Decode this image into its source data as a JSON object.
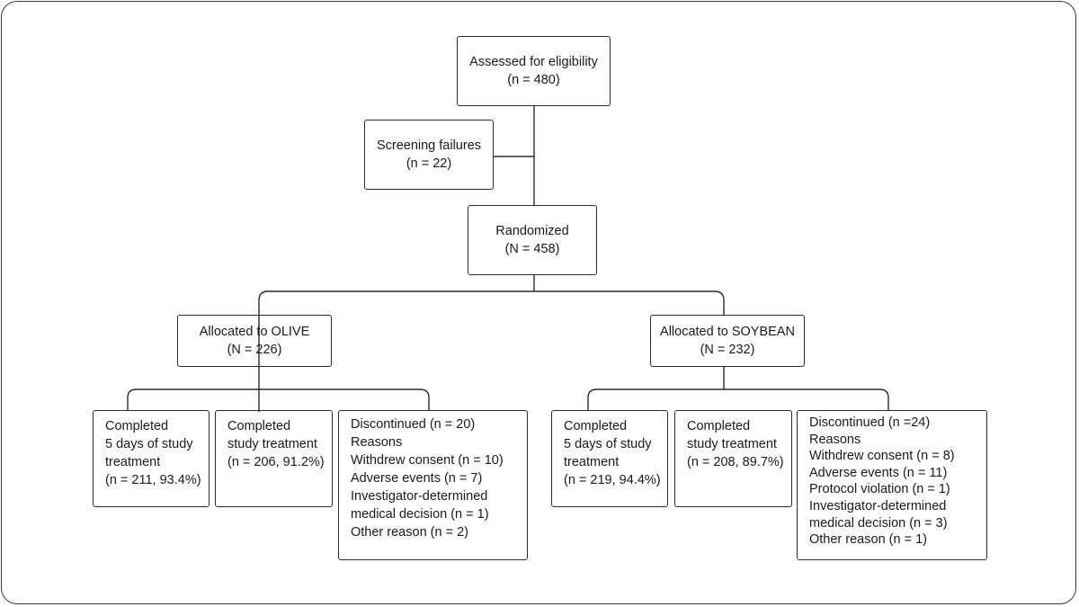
{
  "boxes": {
    "assessed": {
      "lines": [
        "Assessed for eligibility",
        "(n = 480)"
      ]
    },
    "screening": {
      "lines": [
        "Screening failures",
        "(n = 22)"
      ]
    },
    "randomized": {
      "lines": [
        "Randomized",
        "(N = 458)"
      ]
    },
    "olive": {
      "lines": [
        "Allocated to OLIVE",
        "(N = 226)"
      ]
    },
    "soybean": {
      "lines": [
        "Allocated to SOYBEAN",
        "(N = 232)"
      ]
    },
    "olive_completed_5days": {
      "lines": [
        "Completed",
        "5 days of study",
        "treatment",
        "(n = 211, 93.4%)"
      ]
    },
    "olive_completed_treatment": {
      "lines": [
        "Completed",
        "study treatment",
        "(n = 206, 91.2%)"
      ]
    },
    "olive_discontinued": {
      "lines": [
        "Discontinued (n = 20)",
        "Reasons",
        "Withdrew consent (n = 10)",
        "Adverse events (n = 7)",
        "Investigator-determined",
        "medical decision (n = 1)",
        "Other reason (n = 2)"
      ]
    },
    "soy_completed_5days": {
      "lines": [
        "Completed",
        "5 days of study",
        "treatment",
        "(n = 219, 94.4%)"
      ]
    },
    "soy_completed_treatment": {
      "lines": [
        "Completed",
        "study treatment",
        "(n = 208, 89.7%)"
      ]
    },
    "soy_discontinued": {
      "lines": [
        "Discontinued (n =24)",
        "Reasons",
        "Withdrew consent (n = 8)",
        "Adverse events (n = 11)",
        "Protocol violation (n = 1)",
        "Investigator-determined",
        "medical decision (n = 3)",
        "Other reason (n = 1)"
      ]
    }
  }
}
